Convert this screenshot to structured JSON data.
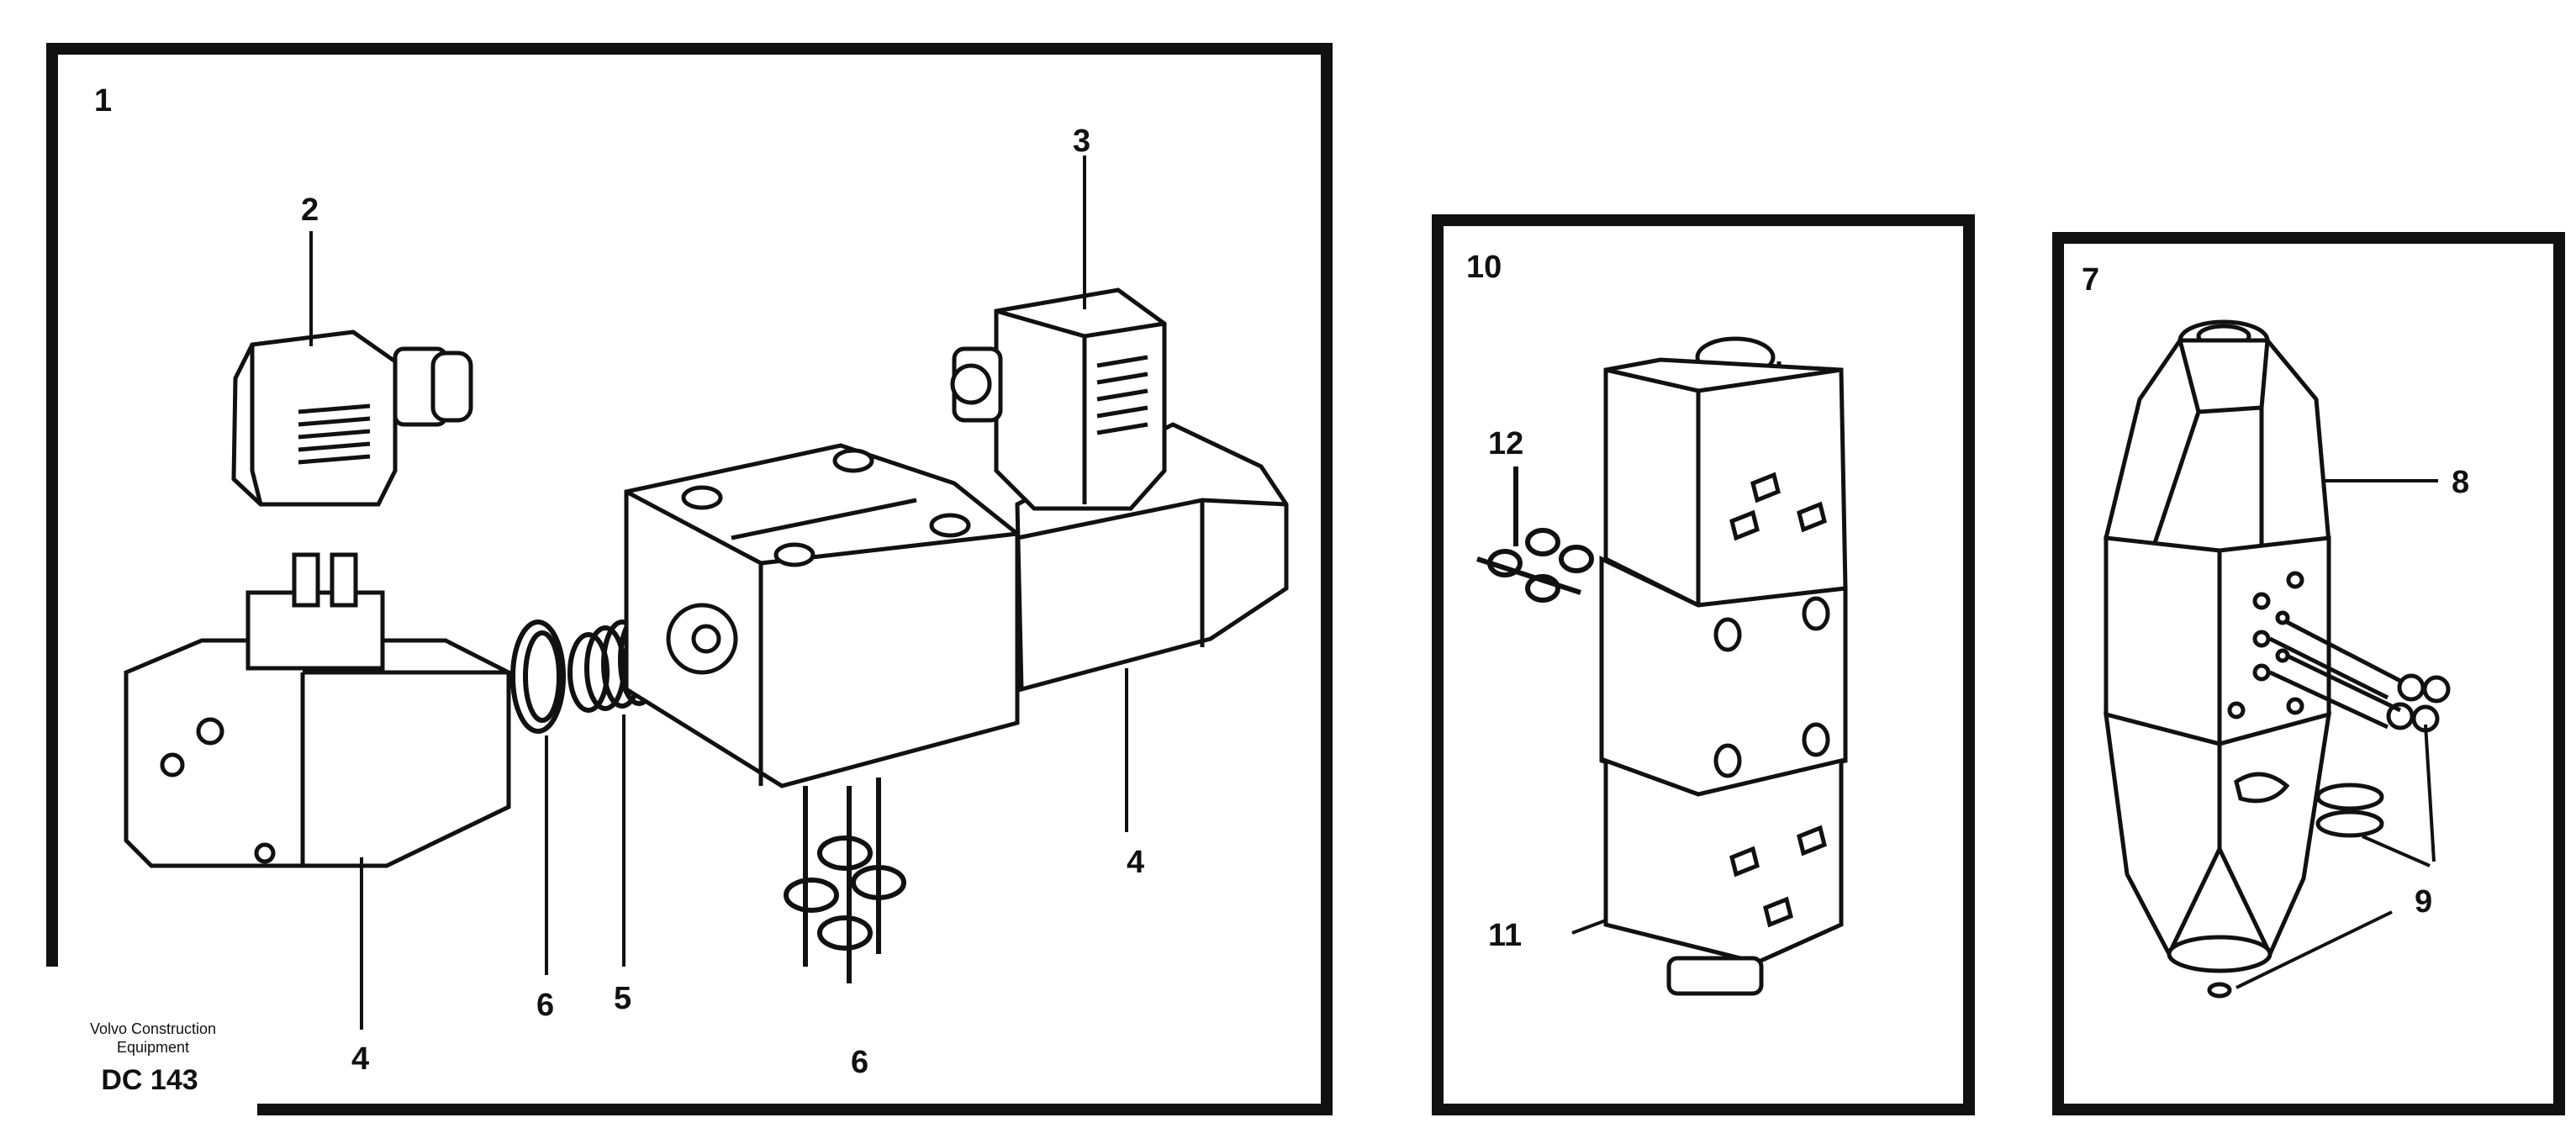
{
  "labels": {
    "p1": "1",
    "p2": "2",
    "p3": "3",
    "p4a": "4",
    "p4b": "4",
    "p5": "5",
    "p6a": "6",
    "p6b": "6",
    "p7": "7",
    "p8": "8",
    "p9": "9",
    "p10": "10",
    "p11": "11",
    "p12": "12"
  },
  "credit": {
    "line1": "Volvo Construction",
    "line2": "Equipment",
    "code": "DC 143"
  }
}
